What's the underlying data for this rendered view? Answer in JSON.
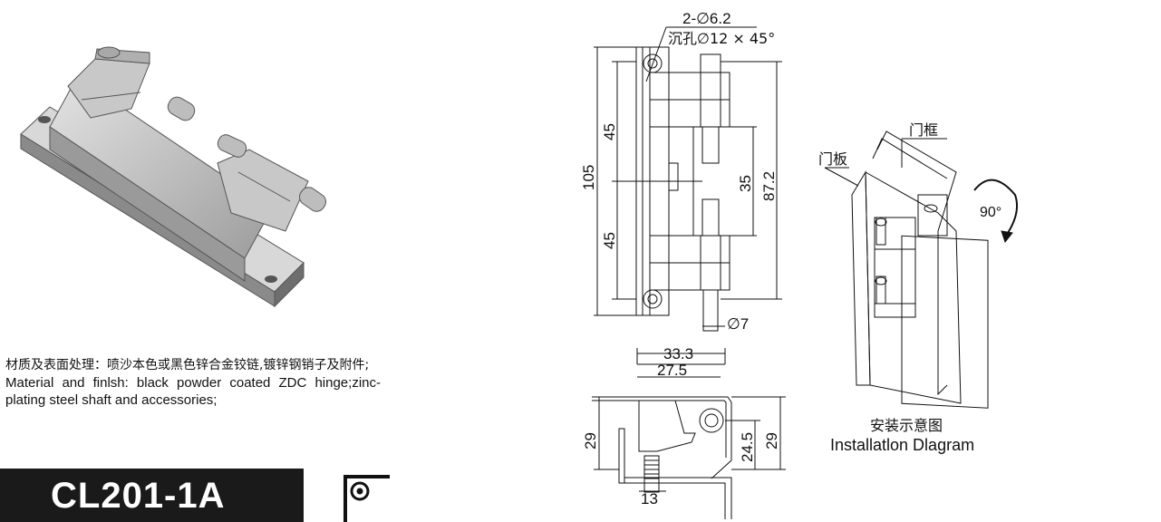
{
  "description": {
    "cn": "材质及表面处理：喷沙本色或黑色锌合金铰链,镀锌钢销子及附件;",
    "en": "Material and finlsh:  black powder coated ZDC hinge;zinc-plating steel shaft and accessories;"
  },
  "model": "CL201-1A",
  "front_view": {
    "hole_note": "2-∅6.2",
    "counterbore_note": "沉孔∅12 × 45°",
    "dim_total": "105",
    "dim_upper": "45",
    "dim_lower": "45",
    "dim_mid": "35",
    "dim_height": "87.2",
    "dim_shaft": "∅7"
  },
  "side_view": {
    "dim_width_outer": "33.3",
    "dim_width_inner": "27.5",
    "dim_left_height": "29",
    "dim_pin_height": "24.5",
    "dim_right_height": "29",
    "dim_screw": "13"
  },
  "installation": {
    "door_frame_label": "门框",
    "door_panel_label": "门板",
    "angle": "90°",
    "title_cn": "安装示意图",
    "title_en": "Installatlon Dlagram"
  }
}
